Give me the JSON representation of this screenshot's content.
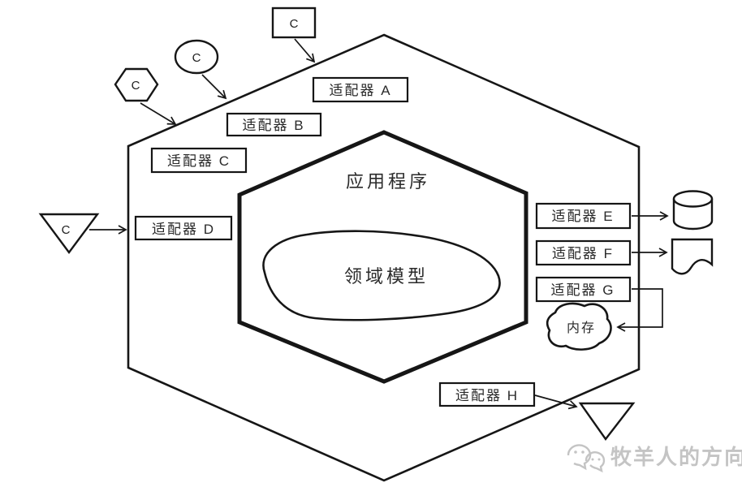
{
  "diagram_title": "hexagonal-architecture",
  "colors": {
    "stroke": "#161616",
    "background": "#ffffff",
    "box_fill": "#ffffff",
    "watermark": "#c4c4c4"
  },
  "core": {
    "application_label": "应用程序",
    "domain_model_label": "领域模型",
    "memory_label": "内存"
  },
  "adapters": [
    {
      "id": "A",
      "label": "适配器 A"
    },
    {
      "id": "B",
      "label": "适配器 B"
    },
    {
      "id": "C",
      "label": "适配器 C"
    },
    {
      "id": "D",
      "label": "适配器 D"
    },
    {
      "id": "E",
      "label": "适配器 E"
    },
    {
      "id": "F",
      "label": "适配器 F"
    },
    {
      "id": "G",
      "label": "适配器 G"
    },
    {
      "id": "H",
      "label": "适配器 H"
    }
  ],
  "actors": {
    "rect_label": "C",
    "ellipse_label": "C",
    "hexagon_label": "C",
    "triangle_label": "C"
  },
  "watermark": {
    "text": "牧羊人的方向"
  }
}
